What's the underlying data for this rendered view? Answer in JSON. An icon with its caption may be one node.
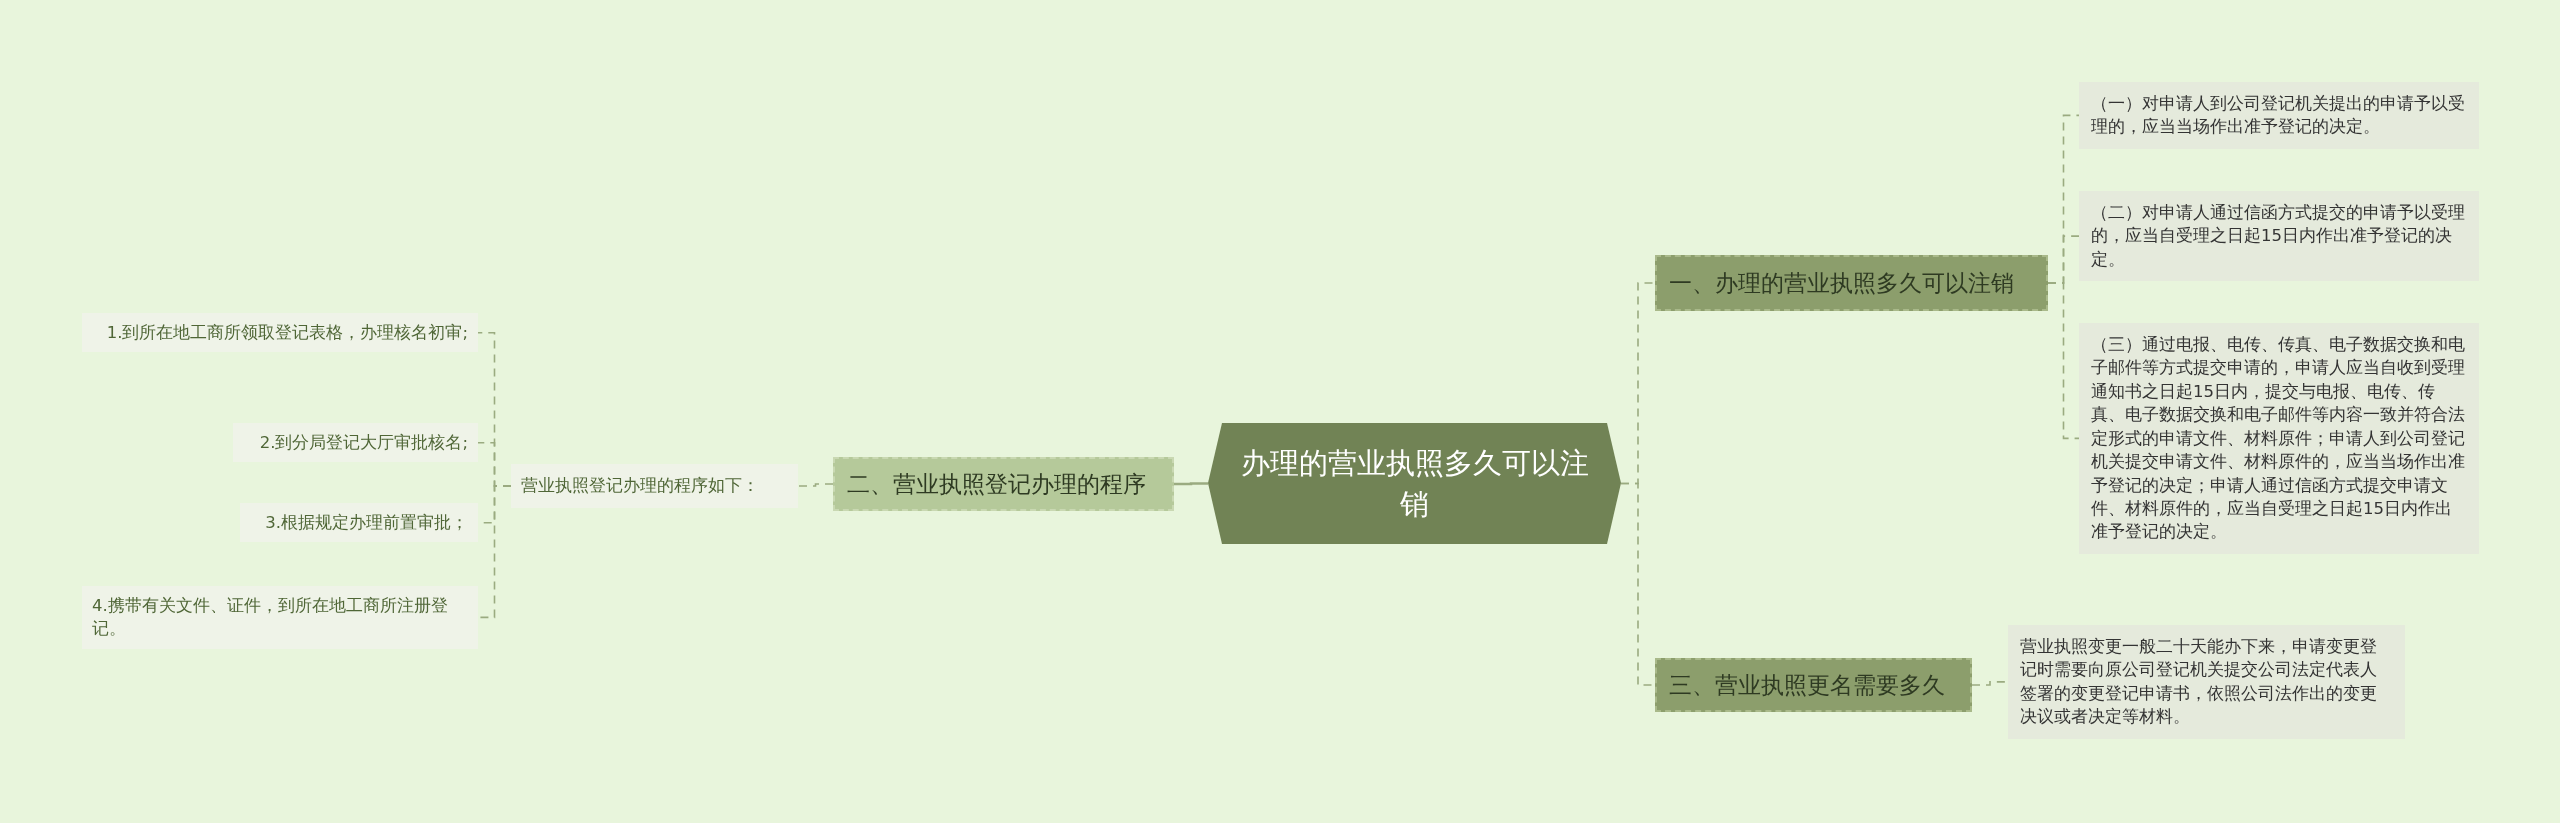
{
  "diagram": {
    "nodes": [
      {
        "text": [
          "办理的营业执照多久可以注销"
        ]
      },
      {
        "text": [
          "一、办理的营业执照多久可以注销"
        ]
      },
      {
        "text": [
          "（一）对申请人到公司登记机关提出的申请予以受理的，应当当场作出准予登记的决定。"
        ]
      },
      {
        "text": [
          "（二）对申请人通过信函方式提交的申请予以受理的，应当自受理之日起15日内作出准予登记的决定。"
        ]
      },
      {
        "text": [
          "（三）通过电报、电传、传真、电子数据交换和电子邮件等方式提交申请的，申请人应当自收到受理通知书之日起15日内，提交与电报、电传、传真、电子数据交换和电子邮件等内容一致并符合法定形式的申请文件、材料原件；申请人到公司登记机关提交申请文件、材料原件的，应当当场作出准予登记的决定；申请人通过信函方式提交申请文件、材料原件的，应当自受理之日起15日内作出准予登记的决定。"
        ]
      },
      {
        "text": [
          "二、营业执照登记办理的程序"
        ]
      },
      {
        "text": [
          "营业执照登记办理的程序如下："
        ]
      },
      {
        "text": [
          "1.到所在地工商所领取登记表格，办理核名初审;"
        ]
      },
      {
        "text": [
          "2.到分局登记大厅审批核名;"
        ]
      },
      {
        "text": [
          "3.根据规定办理前置审批；"
        ]
      },
      {
        "text": [
          "4.携带有关文件、证件，到所在地工商所注册登记。"
        ]
      },
      {
        "text": [
          "三、营业执照更名需要多久"
        ]
      },
      {
        "text": [
          "营业执照变更一般二十天能办下来，申请变更登记时需要向原公司登记机关提交公司法定代表人签署的变更登记申请书，依照公司法作出的变更决议或者决定等材料。"
        ]
      }
    ],
    "edges": [
      {
        "from": 0,
        "to": 1,
        "arrow": "none",
        "style": "dashed"
      },
      {
        "from": 1,
        "to": 2,
        "arrow": "none",
        "style": "dashed"
      },
      {
        "from": 1,
        "to": 3,
        "arrow": "none",
        "style": "dashed"
      },
      {
        "from": 1,
        "to": 4,
        "arrow": "none",
        "style": "dashed"
      },
      {
        "from": 0,
        "to": 5,
        "arrow": "none"
      },
      {
        "from": 5,
        "to": 6,
        "arrow": "none",
        "style": "dashed"
      },
      {
        "from": 6,
        "to": 7,
        "arrow": "none",
        "style": "dashed"
      },
      {
        "from": 6,
        "to": 8,
        "arrow": "none",
        "style": "dashed"
      },
      {
        "from": 6,
        "to": 9,
        "arrow": "none",
        "style": "dashed"
      },
      {
        "from": 6,
        "to": 10,
        "arrow": "none",
        "style": "dashed"
      },
      {
        "from": 0,
        "to": 11,
        "arrow": "none",
        "style": "dashed"
      },
      {
        "from": 11,
        "to": 12,
        "arrow": "none",
        "style": "dashed"
      }
    ]
  }
}
